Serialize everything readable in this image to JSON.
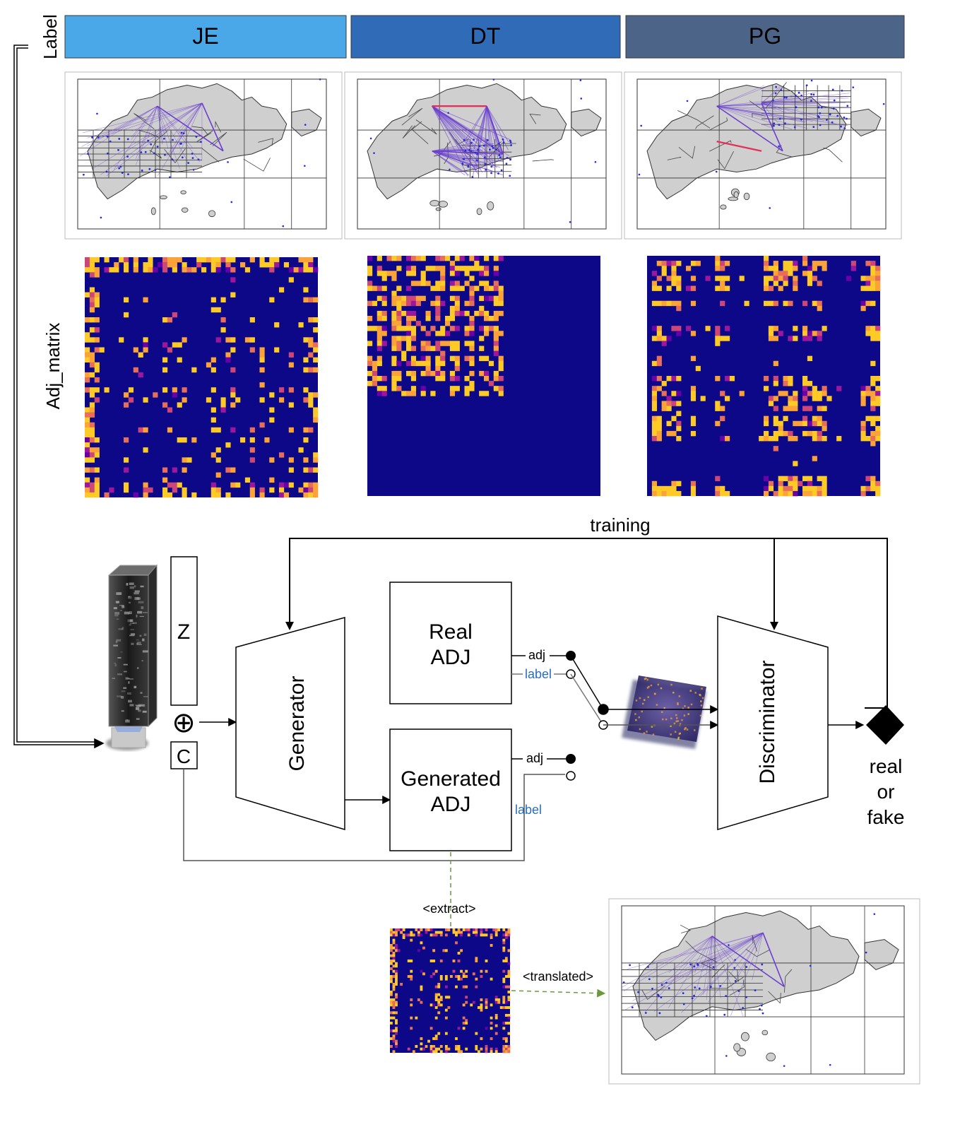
{
  "row_labels": {
    "label": "Label",
    "adj_matrix": "Adj_matrix"
  },
  "categories": [
    {
      "name": "JE",
      "color": "#4aa8e8",
      "text_color": "#ffffff",
      "matrix_pattern": "je"
    },
    {
      "name": "DT",
      "color": "#2f6bb6",
      "text_color": "#ffffff",
      "matrix_pattern": "dt"
    },
    {
      "name": "PG",
      "color": "#4d6489",
      "text_color": "#000000",
      "matrix_pattern": "pg"
    }
  ],
  "diagram": {
    "training": "training",
    "z": "Z",
    "oplus": "⊕",
    "c": "C",
    "generator": "Generator",
    "real_adj_line1": "Real",
    "real_adj_line2": "ADJ",
    "generated_adj_line1": "Generated",
    "generated_adj_line2": "ADJ",
    "adj_real": "adj",
    "label_real": "label",
    "adj_gen": "adj",
    "label_gen": "label",
    "discriminator": "Discriminator",
    "real": "real",
    "or": "or",
    "fake": "fake",
    "extract": "<extract>",
    "translated": "<translated>"
  },
  "colors": {
    "matrix_bg": "#0d0887",
    "matrix_hot": [
      "#fdca26",
      "#fba238",
      "#e76f5a",
      "#cc4778",
      "#9c179e",
      "#6a00a8"
    ],
    "map_land": "#cfcfcf",
    "edge_purple": "#6a3fd1",
    "edge_red": "#e0325a",
    "label_blue": "#2a6ebb",
    "dashed_green": "#6b9a3a"
  }
}
